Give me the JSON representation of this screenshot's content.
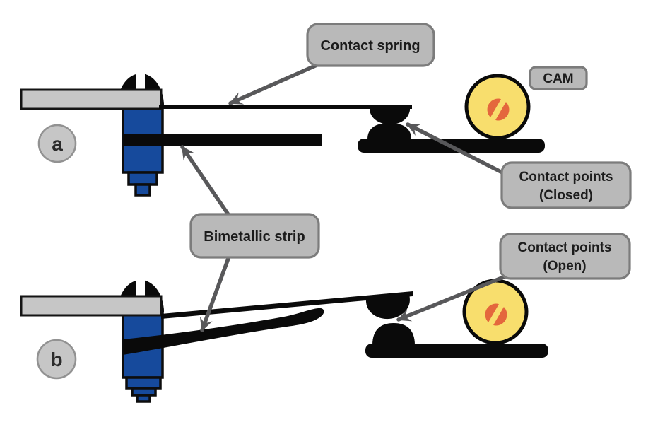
{
  "labels": {
    "contact_spring": "Contact spring",
    "cam": "CAM",
    "bimetallic_strip": "Bimetallic strip",
    "contact_points_closed": {
      "line1": "Contact points",
      "line2": "(Closed)"
    },
    "contact_points_open": {
      "line1": "Contact points",
      "line2": "(Open)"
    },
    "section_a": "a",
    "section_b": "b"
  },
  "colors": {
    "background": "#ffffff",
    "ink": "#0a0a0a",
    "label_fill": "#b9b9b9",
    "label_border": "#7c7c7c",
    "badge_fill": "#c6c6c6",
    "badge_border": "#929292",
    "arrow": "#58585a",
    "cam_body": "#f8de6d",
    "cam_slot": "#e4673d",
    "screw_body_blue": "#164a9c",
    "clamp_bar_gray": "#c6c6c6"
  }
}
